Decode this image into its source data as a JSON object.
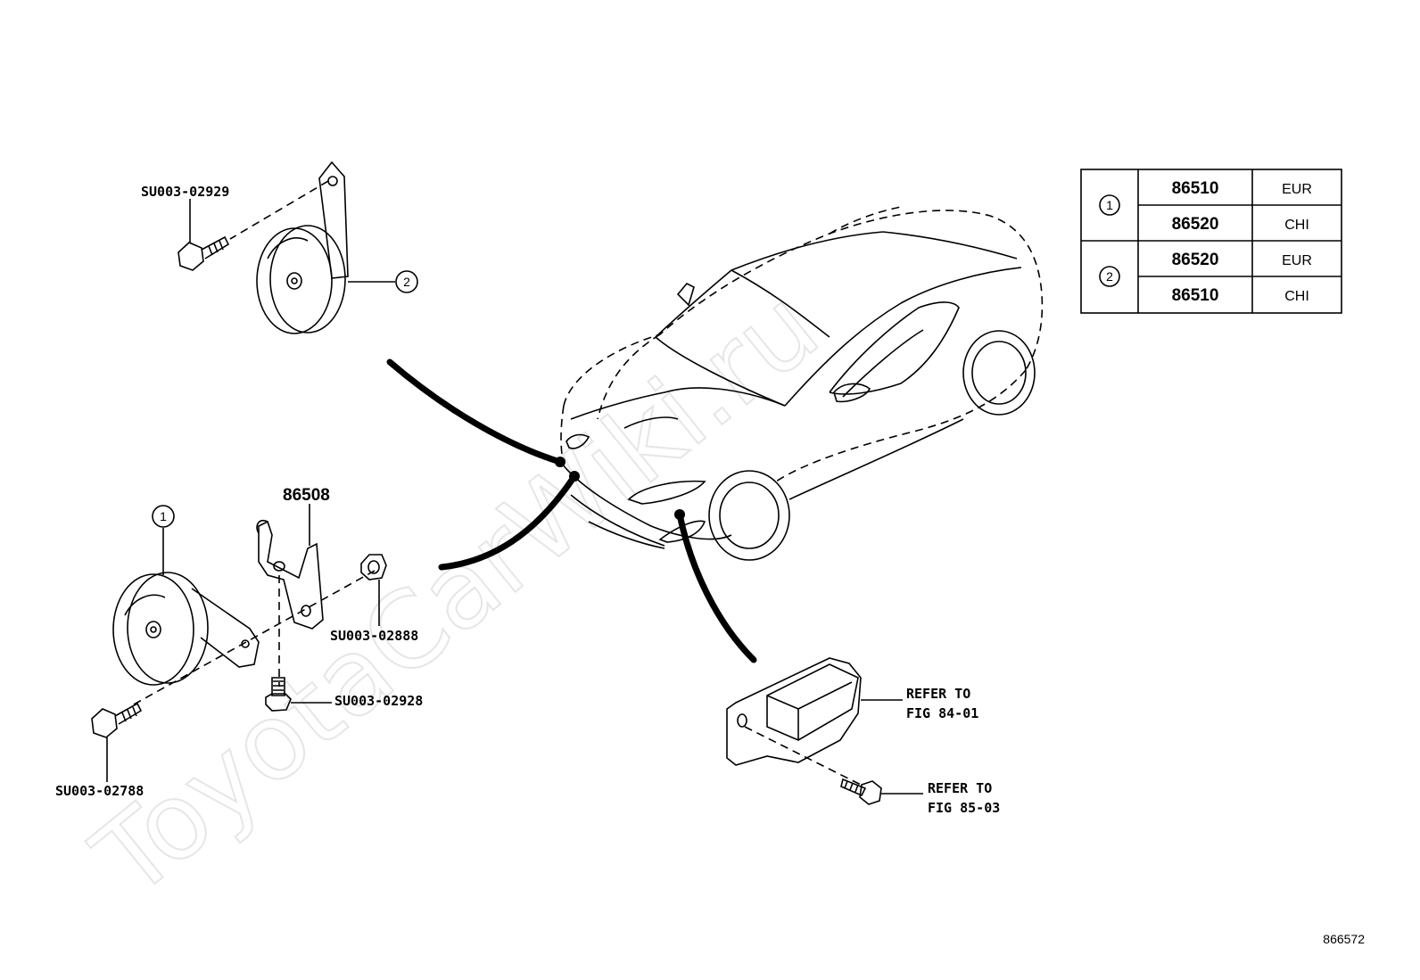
{
  "watermark": "ToyotaCarWiki.ru",
  "illustration_number": "866572",
  "labels": {
    "bolt_upper": "SU003-02929",
    "bolt_lower_left": "SU003-02788",
    "nut": "SU003-02888",
    "bolt_bracket": "SU003-02928",
    "bracket": "86508",
    "refer_sensor_line1": "REFER TO",
    "refer_sensor_line2": "FIG 84-01",
    "refer_bolt_line1": "REFER TO",
    "refer_bolt_line2": "FIG 85-03"
  },
  "callouts": {
    "horn_high": "2",
    "horn_low": "1"
  },
  "application_table": [
    {
      "callout": "1",
      "rows": [
        {
          "part": "86510",
          "region": "EUR"
        },
        {
          "part": "86520",
          "region": "CHI"
        }
      ]
    },
    {
      "callout": "2",
      "rows": [
        {
          "part": "86520",
          "region": "EUR"
        },
        {
          "part": "86510",
          "region": "CHI"
        }
      ]
    }
  ]
}
